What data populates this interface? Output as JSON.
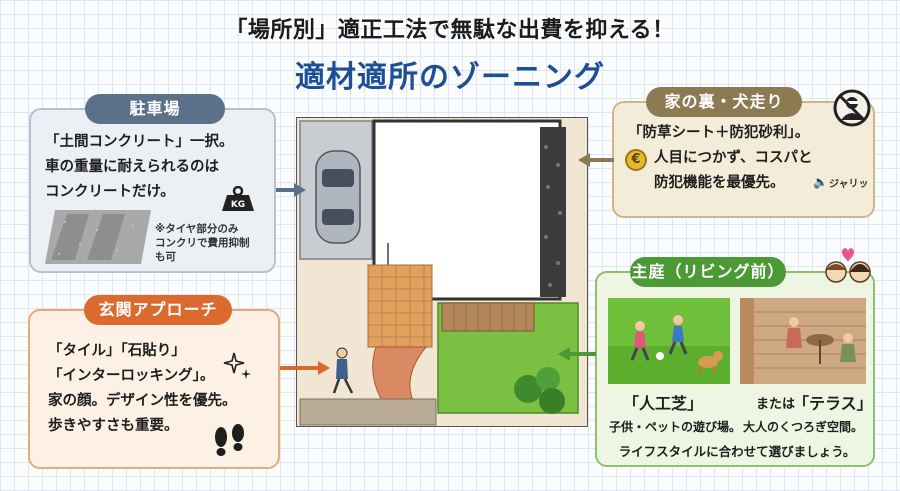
{
  "header": {
    "title": "「場所別」適正工法で無駄な出費を抑える！",
    "subtitle": "適材適所のゾーニング"
  },
  "parking": {
    "label": "駐車場",
    "lines": [
      "「土間コンクリート」一択。",
      "車の重量に耐えられるのは",
      "コンクリートだけ。"
    ],
    "weight_icon": "KG",
    "note": [
      "※タイヤ部分のみ",
      "コンクリで費用抑制",
      "も可"
    ]
  },
  "approach": {
    "label": "玄関アプローチ",
    "lines": [
      "「タイル」「石貼り」",
      "「インターロッキング」。",
      "家の顔。デザイン性を優先。",
      "歩きやすさも重要。"
    ]
  },
  "back": {
    "label": "家の裏・犬走り",
    "lines": [
      "「防草シート＋防犯砂利」。",
      "人目につかず、コスパと",
      "防犯機能を最優先。"
    ],
    "coin_symbol": "€",
    "sound_text": "ジャリッ"
  },
  "garden": {
    "label": "主庭（リビング前）",
    "option1": "「人工芝」",
    "option1_sub": "子供・ペットの遊び場。",
    "option_connector": "または",
    "option2": "「テラス」",
    "option2_sub": "大人のくつろぎ空間。",
    "bottom": "ライフスタイルに合わせて選びましょう。"
  },
  "colors": {
    "parking": "#5b7189",
    "approach": "#db6a2e",
    "back": "#8b7a52",
    "garden": "#4c9a35",
    "subtitle": "#1c4f93"
  },
  "icons": [
    "weight-kg-icon",
    "sparkle-icon",
    "footprints-icon",
    "euro-coin-icon",
    "speaker-icon",
    "no-thief-icon",
    "family-faces-icon",
    "heart-icon"
  ]
}
